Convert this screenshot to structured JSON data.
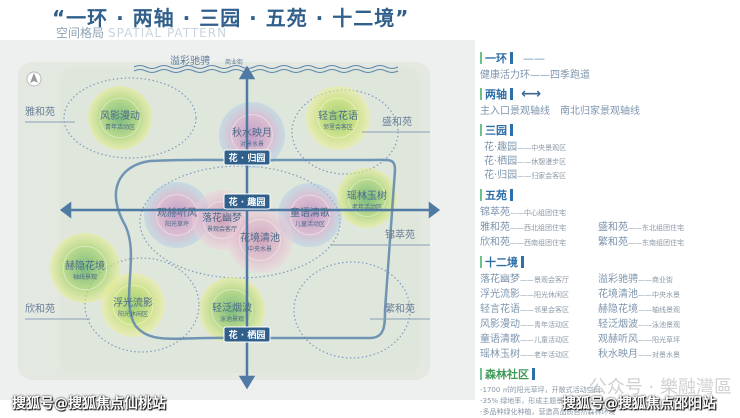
{
  "header": {
    "title": "“一环 · 两轴 · 三园 · 五苑 · 十二境”",
    "subtitle_cn": "空间格局",
    "subtitle_en": "SPATIAL PATTERN"
  },
  "map": {
    "street": "溢彩驰骋",
    "street_sub": "商业街",
    "gardens": [
      "花 · 归园",
      "花 · 趣园",
      "花 · 栖园"
    ],
    "courts": [
      "雅和苑",
      "盛和苑",
      "锦萃苑",
      "欣和苑",
      "繁和苑"
    ],
    "scenes": [
      {
        "name": "风影漫动",
        "sub": "青年活动区"
      },
      {
        "name": "秋水映月",
        "sub": "对景水景"
      },
      {
        "name": "轻言花语",
        "sub": "邻里会客区"
      },
      {
        "name": "观赫听风",
        "sub": "阳光草坪"
      },
      {
        "name": "落花幽梦",
        "sub": "景观会客厅"
      },
      {
        "name": "童语清歌",
        "sub": "儿童活动区"
      },
      {
        "name": "瑶林玉树",
        "sub": "老年活动区"
      },
      {
        "name": "花境清池",
        "sub": "中央水景"
      },
      {
        "name": "赫隐花境",
        "sub": "轴线景观"
      },
      {
        "name": "浮光流影",
        "sub": "阳光休闲区"
      },
      {
        "name": "轻泛烟波",
        "sub": "泳池景观"
      }
    ]
  },
  "legend": {
    "ring": {
      "title": "一环",
      "text": "健康活力环——四季跑道"
    },
    "axes": {
      "title": "两轴",
      "text": "主入口景观轴线　南北归家景观轴线"
    },
    "gardens": {
      "title": "三园",
      "items": [
        [
          "花·趣园",
          "——中央景观区"
        ],
        [
          "花·栖园",
          "——休憩漫步区"
        ],
        [
          "花·归园",
          "——归家会客区"
        ]
      ]
    },
    "courts": {
      "title": "五苑",
      "items": [
        [
          "锦萃苑",
          "——中心组团住宅"
        ],
        [
          "雅和苑",
          "——西北组团住宅"
        ],
        [
          "盛和苑",
          "——东北组团住宅"
        ],
        [
          "欣和苑",
          "——西南组团住宅"
        ],
        [
          "繁和苑",
          "——东南组团住宅"
        ]
      ]
    },
    "scenes": {
      "title": "十二境",
      "items": [
        [
          "落花幽梦",
          "——景观会客厅"
        ],
        [
          "溢彩驰骋",
          "——商业街"
        ],
        [
          "浮光流影",
          "——阳光休闲区"
        ],
        [
          "花境清池",
          "——中央水景"
        ],
        [
          "轻言花语",
          "——邻里会客区"
        ],
        [
          "赫隐花境",
          "——轴线景观"
        ],
        [
          "风影漫动",
          "——青年活动区"
        ],
        [
          "轻泛烟波",
          "——泳池景观"
        ],
        [
          "童语清歌",
          "——儿童活动区"
        ],
        [
          "观赫听风",
          "——阳光草坪"
        ],
        [
          "瑶林玉树",
          "——老年活动区"
        ],
        [
          "秋水映月",
          "——对景水景"
        ]
      ]
    },
    "forest": {
      "title": "森林社区",
      "notes": [
        "-1700 ㎡的阳光草坪，开敞式活动空间",
        "-35% 绿地率，形成主题景观空间",
        "-多品种绿化种植，营造高品质自然森林环境"
      ]
    }
  },
  "watermarks": {
    "left": "搜狐号@搜狐焦点仙桃站",
    "right": "搜狐号@搜狐焦点邵阳站",
    "faint": "公众号 · 樂融灣區"
  },
  "colors": {
    "accent": "#2f5f8a",
    "green": "#8cc63f",
    "pink": "#d49ac0"
  }
}
